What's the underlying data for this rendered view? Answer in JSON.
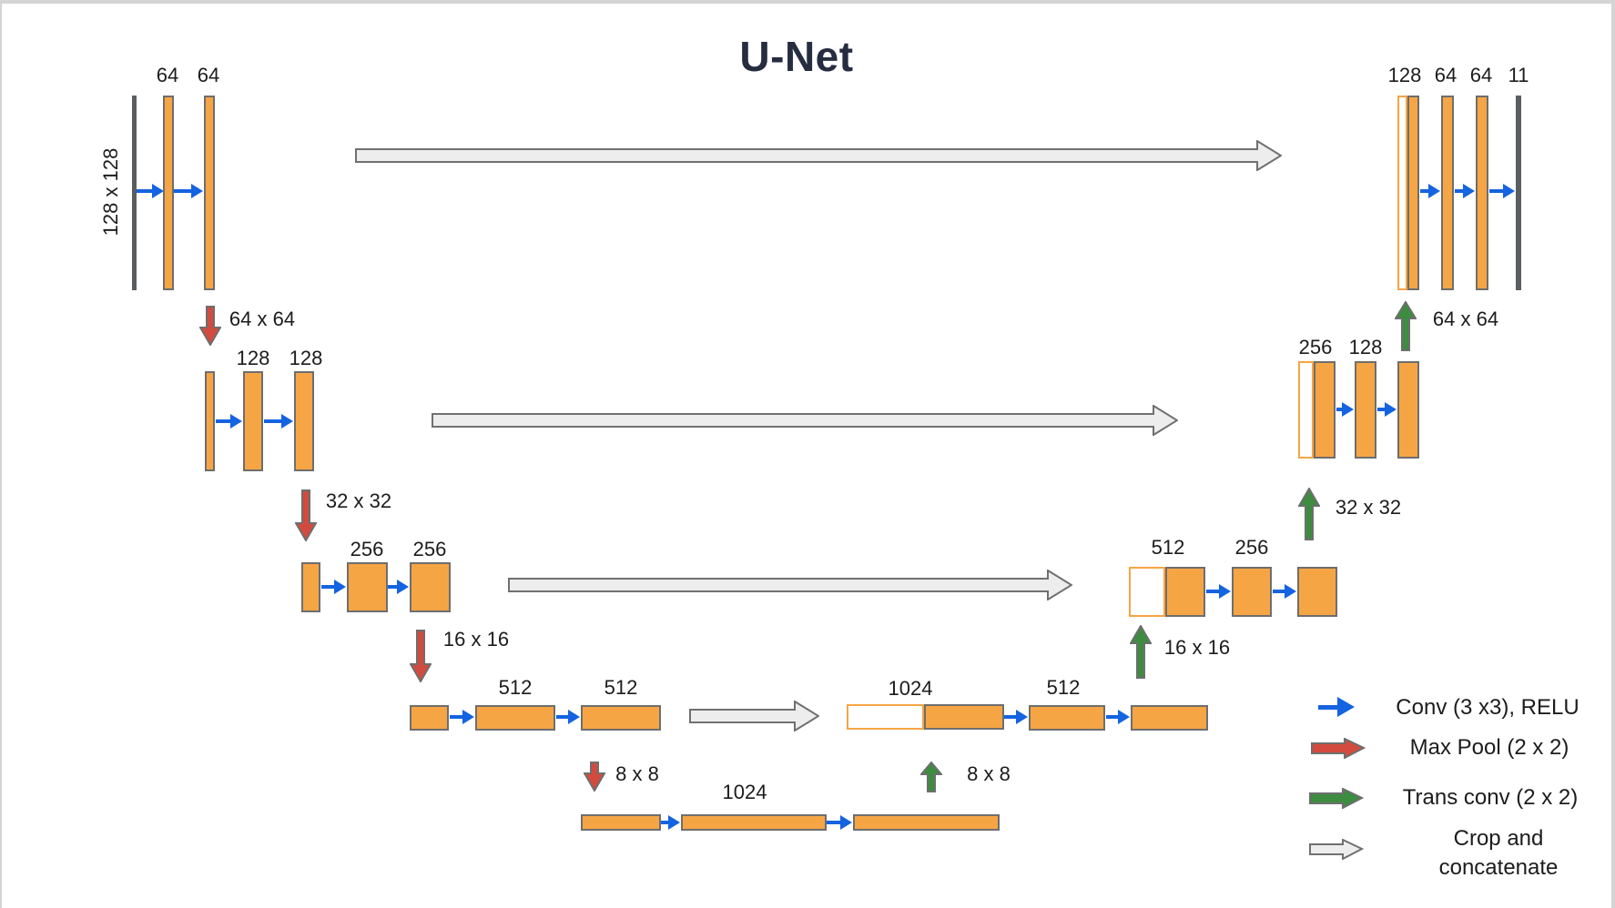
{
  "title": "U-Net",
  "colors": {
    "bar_fill": "#F6A545",
    "bar_border": "#6E6E6E",
    "io_line": "#5B5E61",
    "conv_arrow": "#1463E0",
    "pool_arrow": "#D24B3E",
    "upconv_arrow": "#3D8C40",
    "skip_fill": "#EDEDED",
    "skip_border": "#707070",
    "title_color": "#262D40",
    "label_color": "#1C1C1C"
  },
  "input": {
    "size_label": "128 x 128"
  },
  "encoder": {
    "level1": {
      "channels": [
        "64",
        "64"
      ]
    },
    "level2": {
      "pool_label": "64 x 64",
      "channels": [
        "128",
        "128"
      ]
    },
    "level3": {
      "pool_label": "32 x 32",
      "channels": [
        "256",
        "256"
      ]
    },
    "level4": {
      "pool_label": "16 x 16",
      "channels": [
        "512",
        "512"
      ]
    },
    "bottleneck": {
      "pool_label": "8 x 8",
      "channels": [
        "1024"
      ]
    }
  },
  "decoder": {
    "level4": {
      "up_label": "8 x 8",
      "concat_label": "1024",
      "conv_label": "512"
    },
    "level3": {
      "up_label": "16 x 16",
      "concat_label": "512",
      "conv_label": "256"
    },
    "level2": {
      "up_label": "32 x 32",
      "concat_label": "256",
      "conv_label": "128"
    },
    "level1": {
      "up_label": "64 x 64",
      "concat_label": "128",
      "channels": [
        "64",
        "64"
      ],
      "out_label": "11"
    }
  },
  "legend": {
    "conv": "Conv (3 x3), RELU",
    "max_pool": "Max Pool (2 x 2)",
    "trans_conv": "Trans conv (2 x 2)",
    "crop_line1": "Crop and",
    "crop_line2": "concatenate"
  }
}
